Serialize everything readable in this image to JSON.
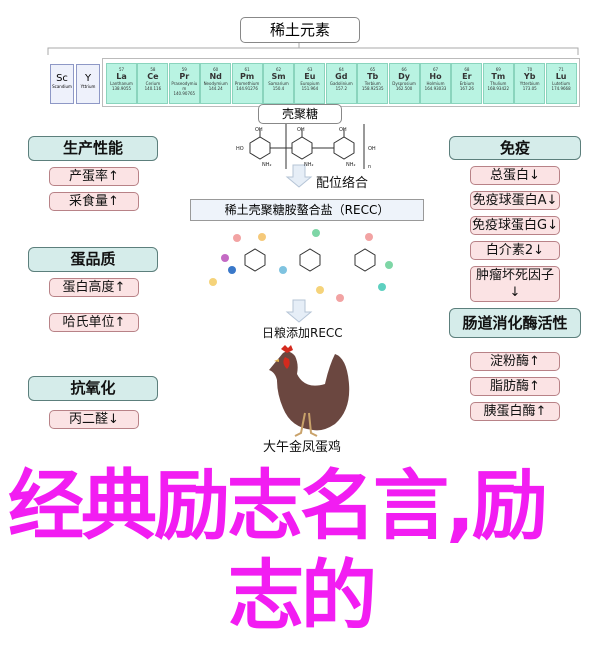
{
  "title": "稀土元素",
  "rare_earth_extra": [
    {
      "symbol": "Sc",
      "name": "Scandium"
    },
    {
      "symbol": "Y",
      "name": "Yttrium"
    }
  ],
  "lanthanides": [
    {
      "n": "57",
      "s": "La",
      "name": "Lanthanum",
      "w": "138.9055"
    },
    {
      "n": "58",
      "s": "Ce",
      "name": "Cerium",
      "w": "140.116"
    },
    {
      "n": "59",
      "s": "Pr",
      "name": "Praseodymium",
      "w": "140.90765"
    },
    {
      "n": "60",
      "s": "Nd",
      "name": "Neodymium",
      "w": "144.24"
    },
    {
      "n": "61",
      "s": "Pm",
      "name": "Promethium",
      "w": "144.91276"
    },
    {
      "n": "62",
      "s": "Sm",
      "name": "Samarium",
      "w": "150.4"
    },
    {
      "n": "63",
      "s": "Eu",
      "name": "Europium",
      "w": "151.964"
    },
    {
      "n": "64",
      "s": "Gd",
      "name": "Gadolinium",
      "w": "157.2"
    },
    {
      "n": "65",
      "s": "Tb",
      "name": "Terbium",
      "w": "158.92535"
    },
    {
      "n": "66",
      "s": "Dy",
      "name": "Dysprosium",
      "w": "162.500"
    },
    {
      "n": "67",
      "s": "Ho",
      "name": "Holmium",
      "w": "164.93033"
    },
    {
      "n": "68",
      "s": "Er",
      "name": "Erbium",
      "w": "167.26"
    },
    {
      "n": "69",
      "s": "Tm",
      "name": "Thulium",
      "w": "168.93422"
    },
    {
      "n": "70",
      "s": "Yb",
      "name": "Ytterbium",
      "w": "173.05"
    },
    {
      "n": "71",
      "s": "Lu",
      "name": "Lutetium",
      "w": "174.9668"
    }
  ],
  "chitosan": "壳聚糖",
  "molecule": {
    "oh": "OH",
    "ho": "HO",
    "nh2": "NH₂",
    "o": "O",
    "n": "n"
  },
  "coordination": "配位络合",
  "recc": "稀土壳聚糖胺螯合盐（RECC）",
  "diet": "日粮添加RECC",
  "chicken": "大午金凤蛋鸡",
  "left": [
    {
      "header": "生产性能",
      "items": [
        "产蛋率↑",
        "采食量↑"
      ]
    },
    {
      "header": "蛋品质",
      "items": [
        "蛋白高度↑",
        "哈氏单位↑"
      ]
    },
    {
      "header": "抗氧化",
      "items": [
        "丙二醛↓"
      ]
    }
  ],
  "right": [
    {
      "header": "免疫",
      "items": [
        "总蛋白↓",
        "免疫球蛋白A↓",
        "免疫球蛋白G↓",
        "白介素2↓",
        "肿瘤坏死因子↓"
      ]
    },
    {
      "header": "肠道消化酶活性",
      "items": [
        "淀粉酶↑",
        "脂肪酶↑",
        "胰蛋白酶↑"
      ]
    }
  ],
  "overlay": {
    "line1": "经典励志名言,励",
    "line2": "志的"
  },
  "colors": {
    "overlay": "#f21df2",
    "header_bg": "#d5ecea",
    "pink_bg": "#fbe3e4",
    "cell_bg": "#b9f3e2"
  }
}
